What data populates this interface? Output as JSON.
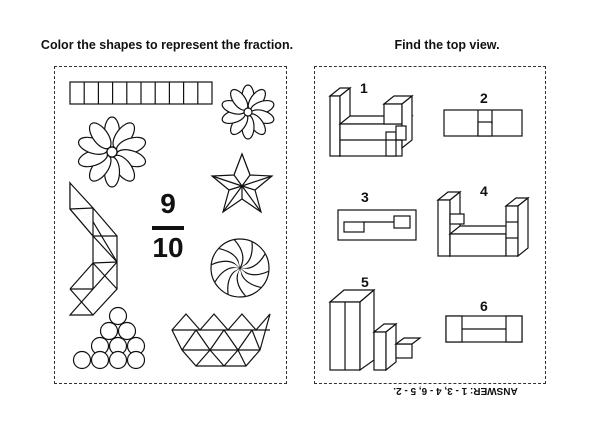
{
  "left_panel": {
    "title": "Color the shapes to represent the fraction.",
    "fraction": {
      "numerator": "9",
      "denominator": "10"
    }
  },
  "right_panel": {
    "title": "Find the top view.",
    "labels": [
      "1",
      "2",
      "3",
      "4",
      "5",
      "6"
    ]
  },
  "answer": "ANSWER: 1 - 3, 4 - 6, 5 - 2."
}
